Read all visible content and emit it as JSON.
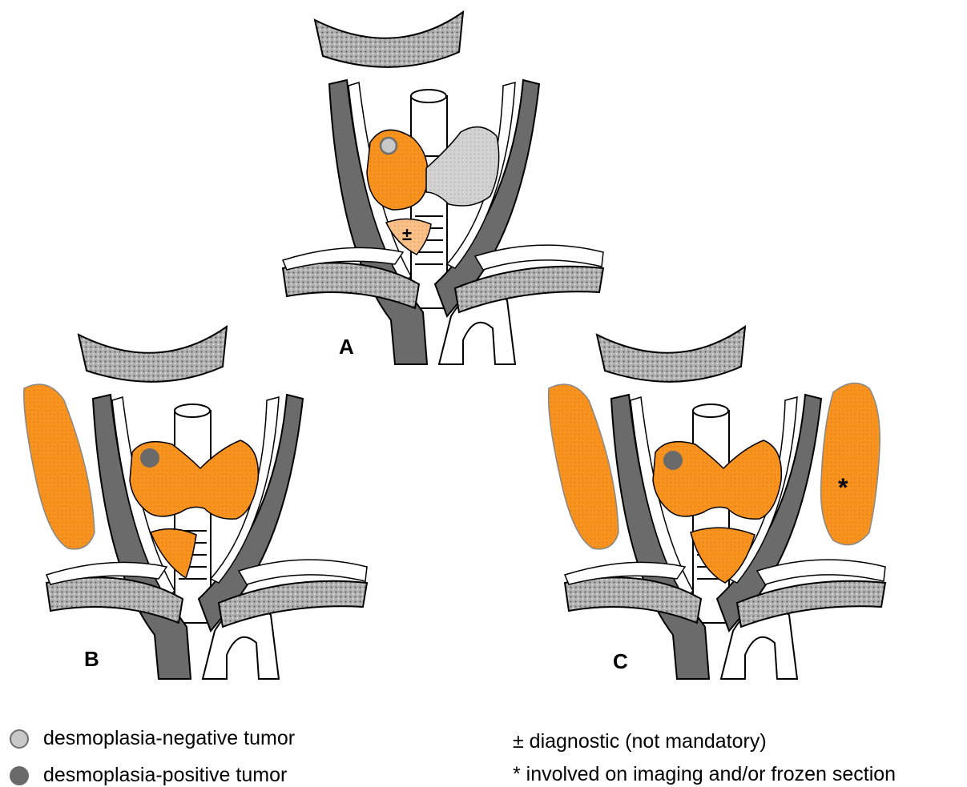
{
  "panels": [
    {
      "label": "A"
    },
    {
      "label": "B"
    },
    {
      "label": "C"
    }
  ],
  "markers": {
    "plus_minus": "±",
    "asterisk": "*"
  },
  "legend": {
    "negative_tumor": "desmoplasia-negative tumor",
    "positive_tumor": "desmoplasia-positive tumor",
    "diagnostic_note": "± diagnostic (not mandatory)",
    "involved_note": "* involved on imaging and/or frozen section"
  },
  "colors": {
    "tissue_orange": "#f7931e",
    "tissue_orange_light": "#f9c089",
    "tissue_gray": "#cfcfcf",
    "vessel_dark": "#6b6b6b",
    "bone_stipple": "#9a9a9a",
    "tumor_negative": "#c8c8c8",
    "tumor_positive": "#6a6a6a"
  }
}
